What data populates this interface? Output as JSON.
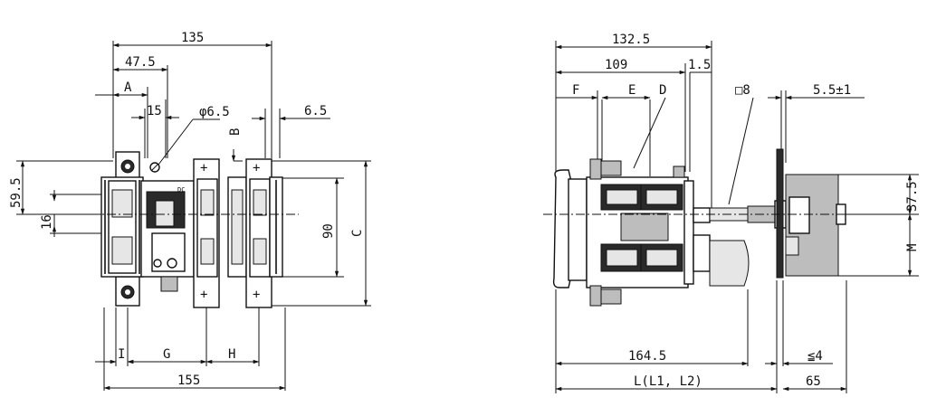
{
  "front_view": {
    "dims": {
      "overall_top": "135",
      "top_second": "47.5",
      "a": "A",
      "w15": "15",
      "hole": "φ6.5",
      "w6_5": "6.5",
      "b": "B",
      "h59_5": "59.5",
      "h16": "16",
      "h90": "90",
      "c": "C",
      "i": "I",
      "g": "G",
      "h": "H",
      "bottom_total": "155"
    },
    "plus_mark": "+",
    "breaker_label": "DC"
  },
  "side_view": {
    "dims": {
      "overall_top": "132.5",
      "w109": "109",
      "w1_5": "1.5",
      "f": "F",
      "e": "E",
      "d": "D",
      "shaft": "□8",
      "gap": "5.5±1",
      "h37_5": "37.5",
      "m": "M",
      "w164_5": "164.5",
      "le4": "≦4",
      "l_total": "L(L1, L2)",
      "w65": "65"
    }
  }
}
